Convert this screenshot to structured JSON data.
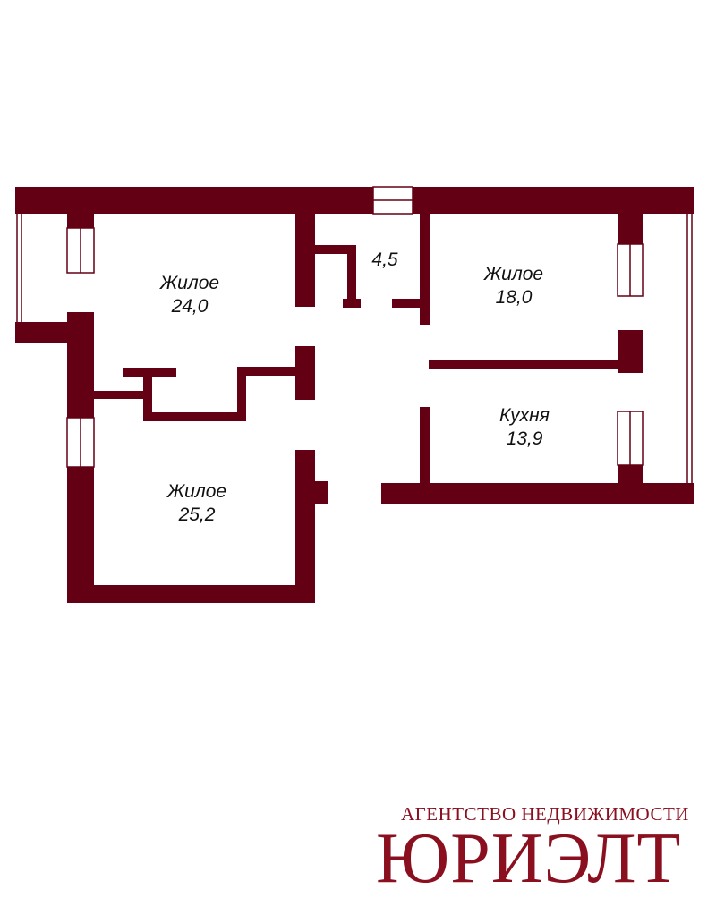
{
  "rooms": [
    {
      "name": "Жилое",
      "area": "24,0"
    },
    {
      "name": "Жилое",
      "area": "18,0"
    },
    {
      "name": "",
      "area": "4,5"
    },
    {
      "name": "Кухня",
      "area": "13,9"
    },
    {
      "name": "Жилое",
      "area": "25,2"
    }
  ],
  "logo": {
    "tagline": "АГЕНТСТВО НЕДВИЖИМОСТИ",
    "name": "ЮРИЭЛТ"
  },
  "colors": {
    "wall": "#640014",
    "logo": "#8a1020"
  }
}
